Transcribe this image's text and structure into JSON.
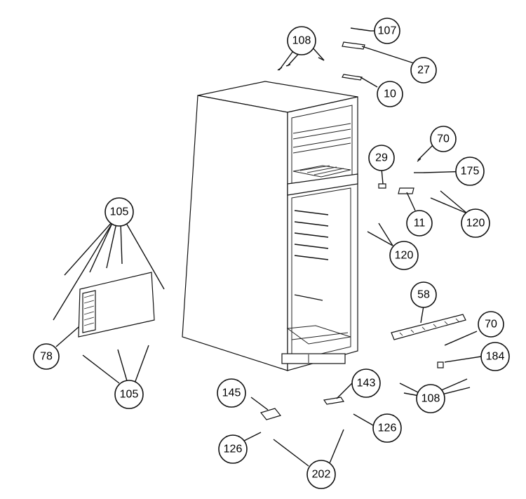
{
  "callouts": [
    "107",
    "108",
    "27",
    "10",
    "70",
    "29",
    "175",
    "11",
    "120",
    "120",
    "105",
    "78",
    "105",
    "58",
    "70",
    "184",
    "145",
    "143",
    "108",
    "126",
    "126",
    "202"
  ]
}
